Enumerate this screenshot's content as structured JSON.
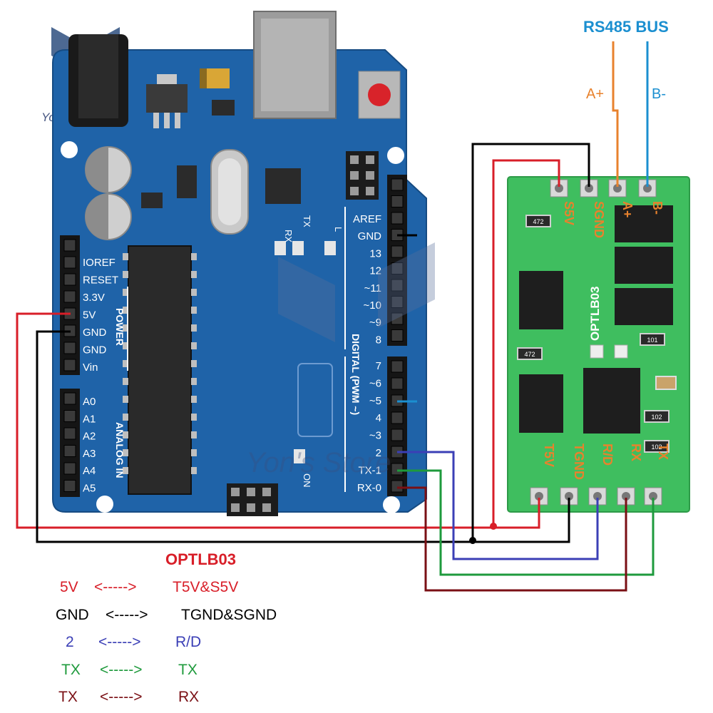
{
  "watermark": {
    "brand": "Yon's Store"
  },
  "bus": {
    "title": "RS485 BUS",
    "a_label": "A+",
    "b_label": "B-"
  },
  "arduino": {
    "pins_right_top": [
      "AREF",
      "GND",
      "13",
      "12",
      "~11",
      "~10",
      "~9",
      "8"
    ],
    "pins_right_bottom": [
      "7",
      "~6",
      "~5",
      "4",
      "~3",
      "2",
      "TX-1",
      "RX-0"
    ],
    "pins_left_power": [
      "IOREF",
      "RESET",
      "3.3V",
      "5V",
      "GND",
      "GND",
      "Vin"
    ],
    "pins_left_analog": [
      "A0",
      "A1",
      "A2",
      "A3",
      "A4",
      "A5"
    ],
    "power_header": "POWER",
    "analog_header": "ANALOG IN",
    "digital_header": "DIGITAL (PWM ~)",
    "led_rx": "RX",
    "led_tx": "TX",
    "led_l": "L",
    "led_on": "ON"
  },
  "module": {
    "name": "OPTLB03",
    "top_pins": [
      "S5V",
      "SGND",
      "A+",
      "B-"
    ],
    "bottom_pins": [
      "T5V",
      "TGND",
      "R/D",
      "RX",
      "TX"
    ],
    "resistors": [
      "472",
      "472",
      "101",
      "102",
      "102"
    ]
  },
  "legend": {
    "title": "OPTLB03",
    "rows": [
      {
        "left": "5V",
        "arrow": "<----->",
        "right": "T5V&S5V",
        "color": "#d81e28"
      },
      {
        "left": "GND",
        "arrow": "<----->",
        "right": "TGND&SGND",
        "color": "#000000"
      },
      {
        "left": "2",
        "arrow": "<----->",
        "right": "R/D",
        "color": "#3b3fb6"
      },
      {
        "left": "TX",
        "arrow": "<----->",
        "right": "TX",
        "color": "#1e9a3c"
      },
      {
        "left": "TX",
        "arrow": "<----->",
        "right": "RX",
        "color": "#7a0f14"
      }
    ]
  },
  "colors": {
    "board": "#1f63a8",
    "pcb": "#3fbe5f",
    "red": "#d81e28",
    "black": "#000000",
    "blue_wire": "#3b3fb6",
    "green_wire": "#1e9a3c",
    "darkred_wire": "#7a0f14",
    "bus_a": "#e8822d",
    "bus_b": "#1b8fd0"
  }
}
